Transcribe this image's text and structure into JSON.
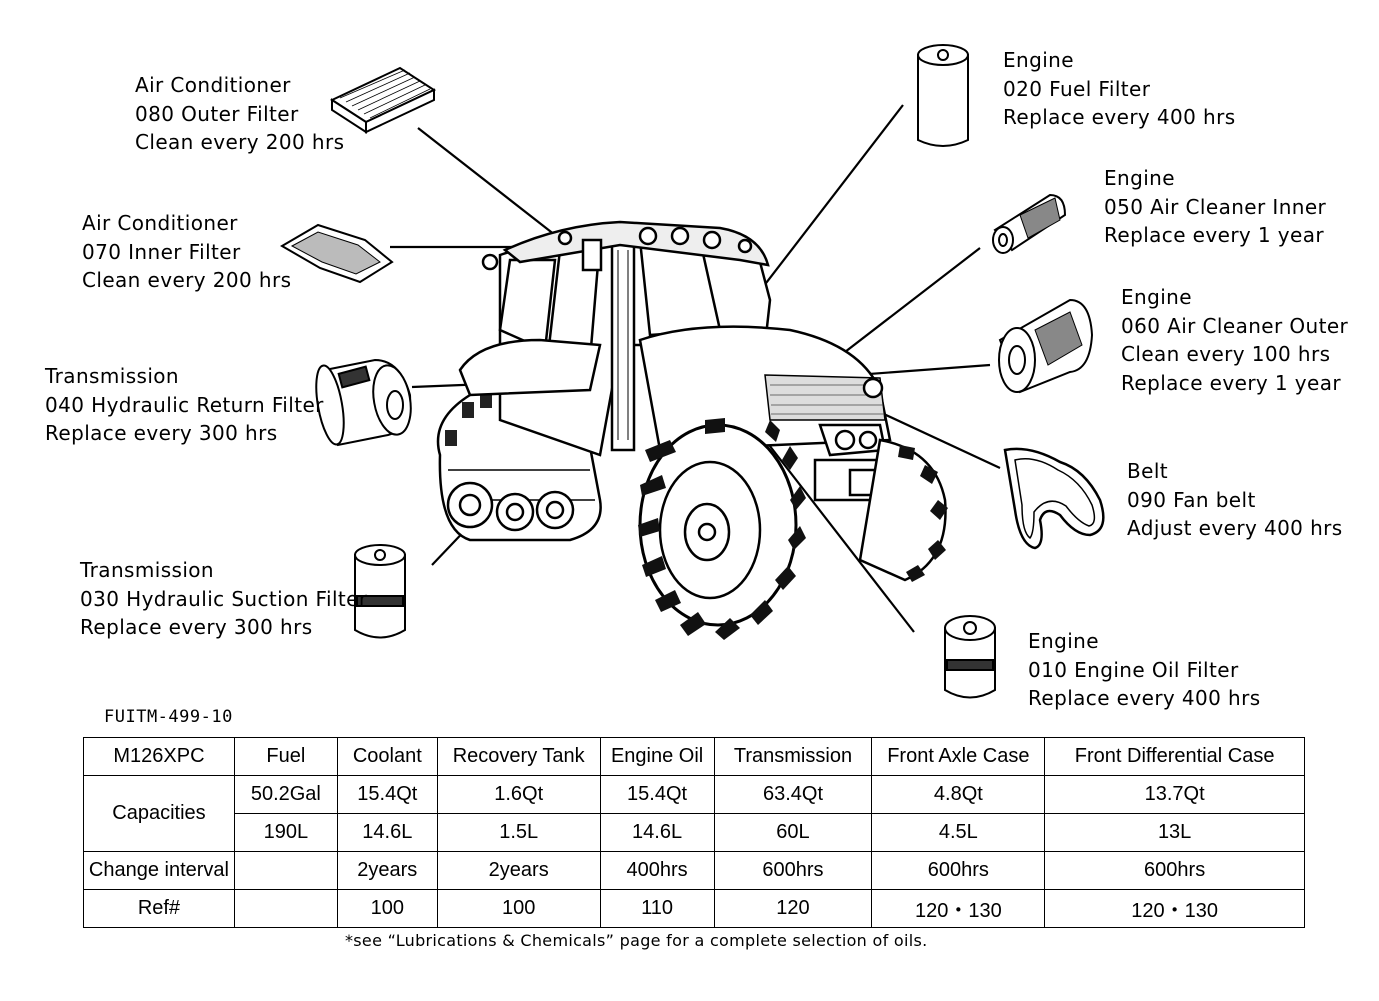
{
  "callouts": {
    "ac_outer": {
      "group": "Air Conditioner",
      "part": "080 Outer Filter",
      "service": "Clean every 200 hrs"
    },
    "ac_inner": {
      "group": "Air Conditioner",
      "part": "070 Inner Filter",
      "service": "Clean every 200 hrs"
    },
    "trans_return": {
      "group": "Transmission",
      "part": "040 Hydraulic Return Filter",
      "service": "Replace every 300 hrs"
    },
    "trans_suction": {
      "group": "Transmission",
      "part": "030 Hydraulic Suction Filter",
      "service": "Replace every 300 hrs"
    },
    "eng_fuel": {
      "group": "Engine",
      "part": "020 Fuel Filter",
      "service": "Replace every 400 hrs"
    },
    "eng_air_inner": {
      "group": "Engine",
      "part": "050 Air Cleaner Inner",
      "service": "Replace every 1 year"
    },
    "eng_air_outer": {
      "group": "Engine",
      "part": "060 Air Cleaner Outer",
      "service": "Clean every 100 hrs",
      "service2": "Replace every 1 year"
    },
    "belt": {
      "group": "Belt",
      "part": "090 Fan belt",
      "service": "Adjust every 400 hrs"
    },
    "eng_oil": {
      "group": "Engine",
      "part": "010 Engine Oil Filter",
      "service": "Replace every 400 hrs"
    }
  },
  "doc_code": "FUITM-499-10",
  "table": {
    "model": "M126XPC",
    "headers": [
      "Fuel",
      "Coolant",
      "Recovery Tank",
      "Engine Oil",
      "Transmission",
      "Front Axle Case",
      "Front Differential Case"
    ],
    "capacities_label": "Capacities",
    "capacities_us": [
      "50.2Gal",
      "15.4Qt",
      "1.6Qt",
      "15.4Qt",
      "63.4Qt",
      "4.8Qt",
      "13.7Qt"
    ],
    "capacities_metric": [
      "190L",
      "14.6L",
      "1.5L",
      "14.6L",
      "60L",
      "4.5L",
      "13L"
    ],
    "interval_label": "Change interval",
    "intervals": [
      "",
      "2years",
      "2years",
      "400hrs",
      "600hrs",
      "600hrs",
      "600hrs"
    ],
    "ref_label": "Ref#",
    "refs": [
      "",
      "100",
      "100",
      "110",
      "120",
      "120・130",
      "120・130"
    ]
  },
  "footnote": "*see “Lubrications & Chemicals” page for a complete selection of oils."
}
